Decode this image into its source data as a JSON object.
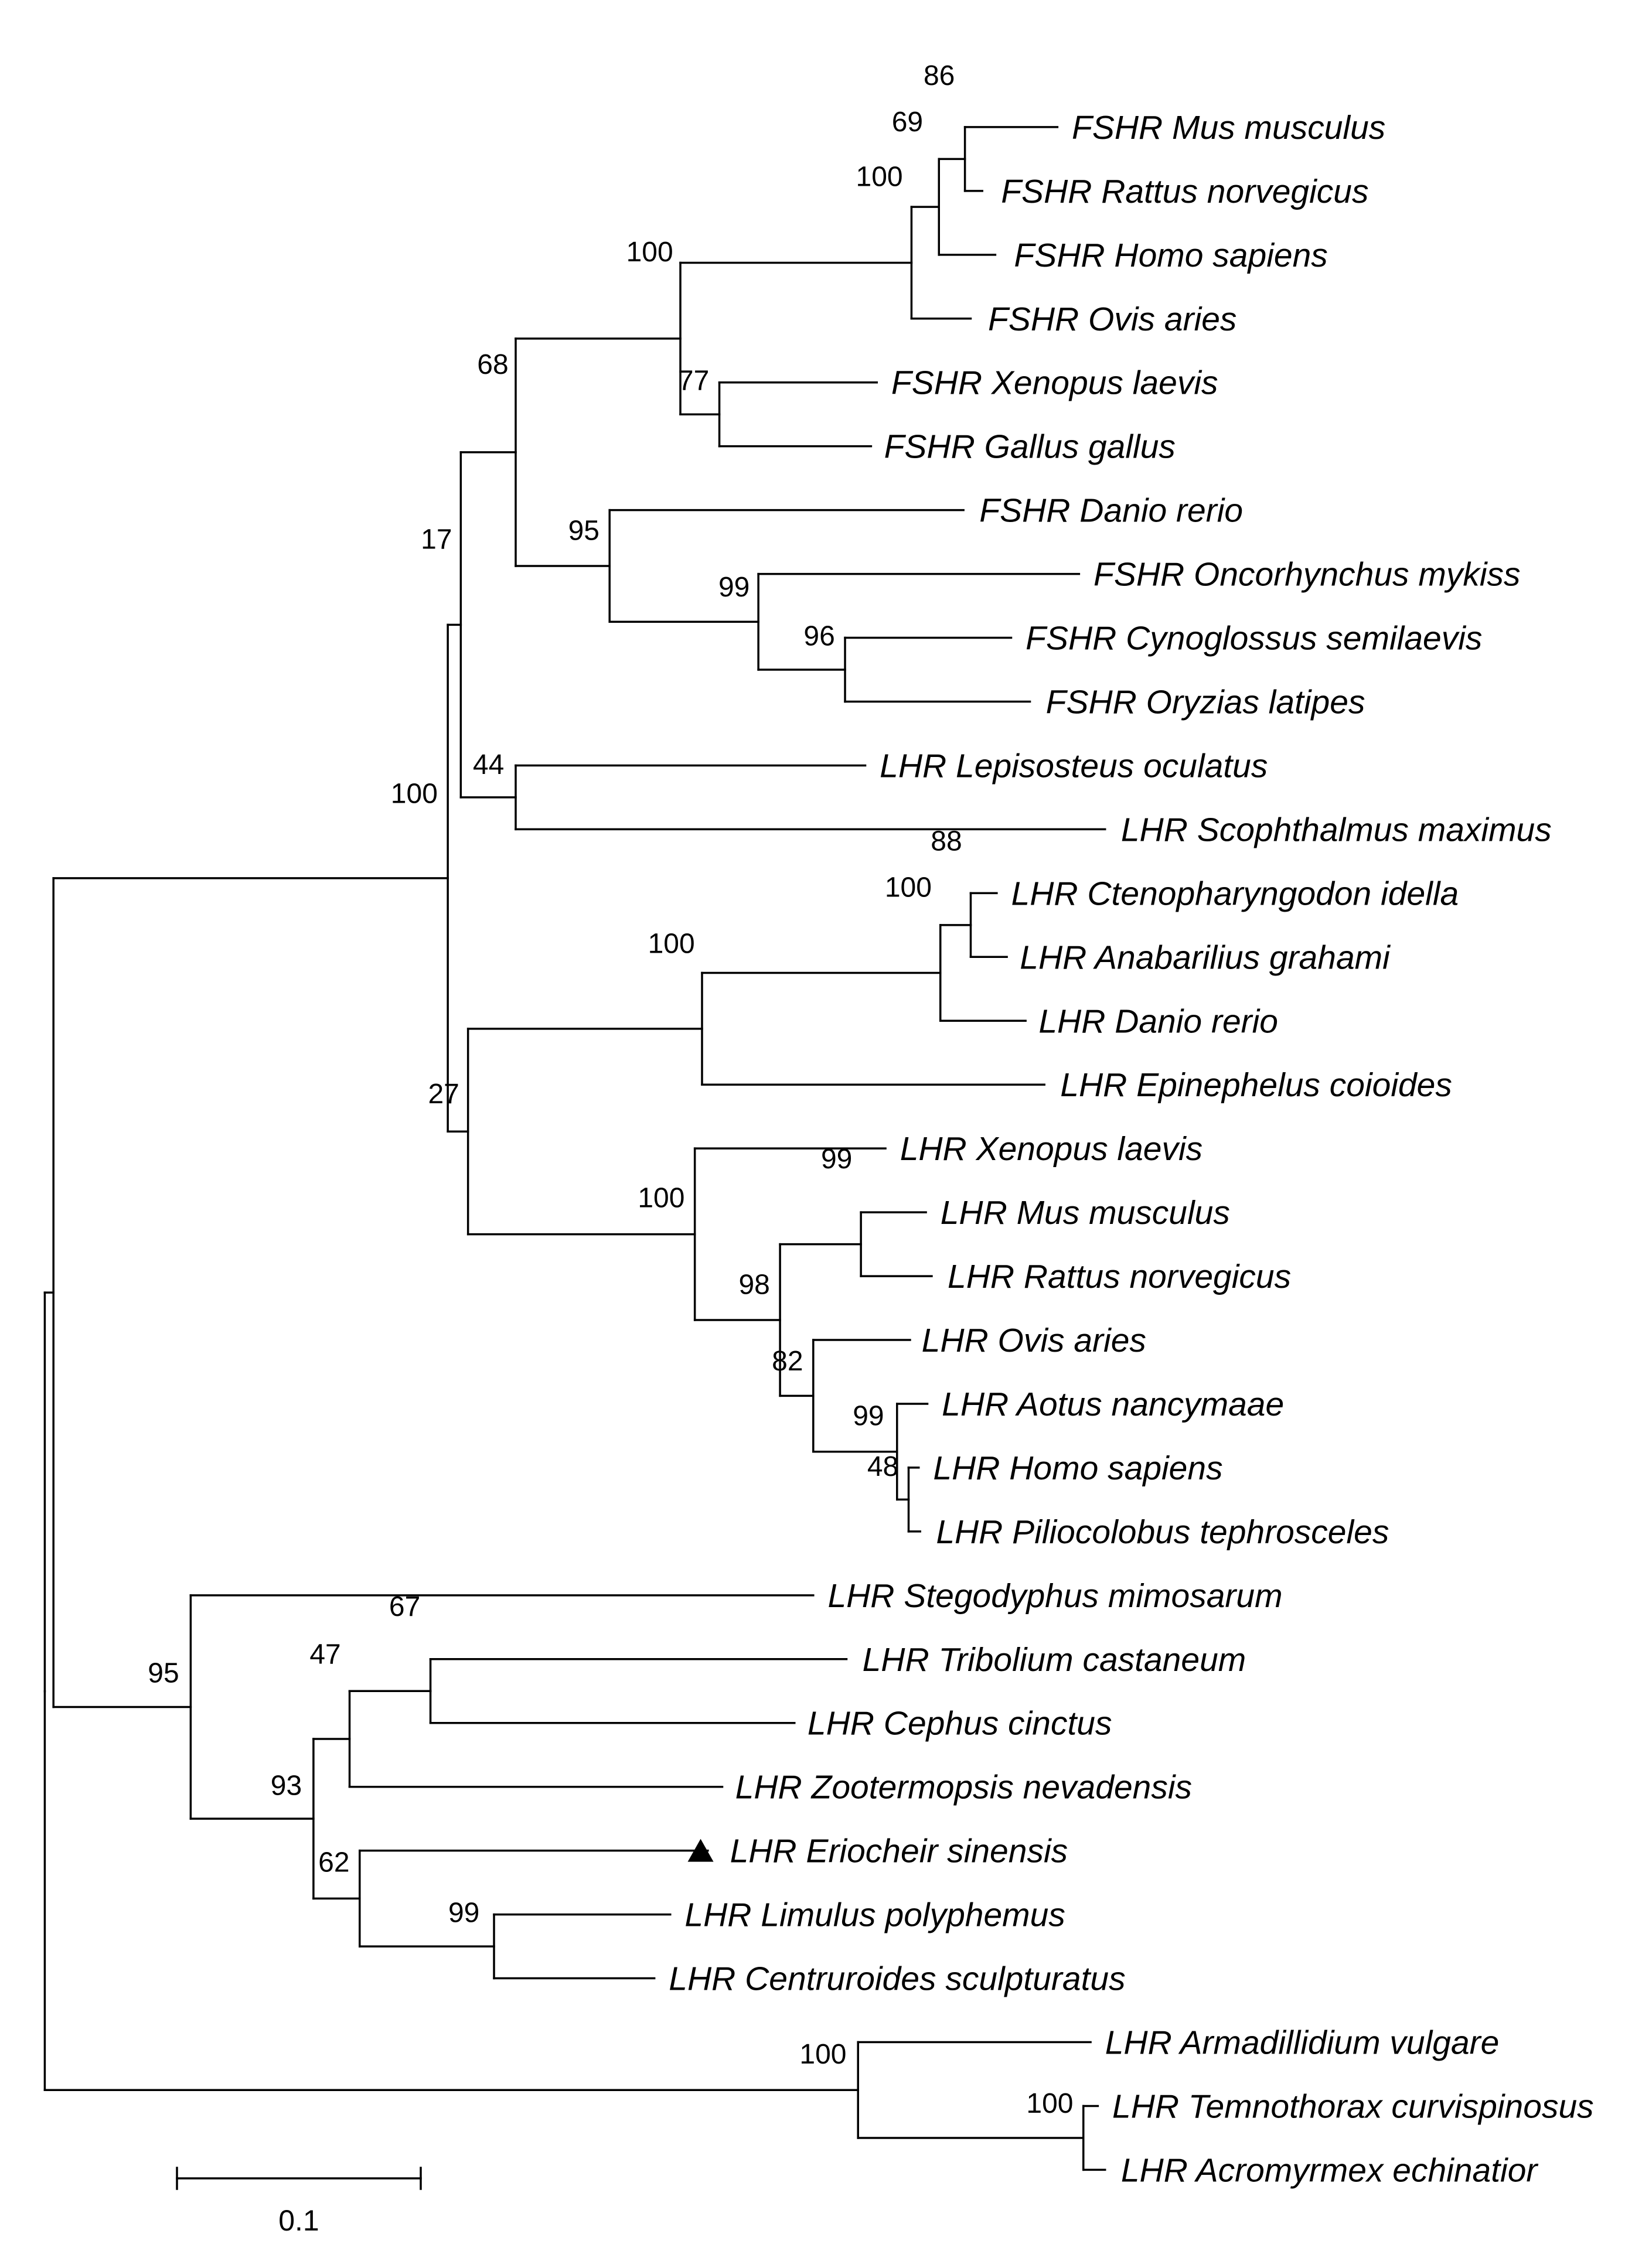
{
  "tree": {
    "taxa": [
      {
        "id": "fshr_mus",
        "label": "FSHR Mus musculus",
        "marker": null
      },
      {
        "id": "fshr_rattus",
        "label": "FSHR Rattus norvegicus",
        "marker": null
      },
      {
        "id": "fshr_homo",
        "label": "FSHR Homo sapiens",
        "marker": null
      },
      {
        "id": "fshr_ovis",
        "label": "FSHR Ovis aries",
        "marker": null
      },
      {
        "id": "fshr_xenopus",
        "label": "FSHR Xenopus laevis",
        "marker": null
      },
      {
        "id": "fshr_gallus",
        "label": "FSHR Gallus gallus",
        "marker": null
      },
      {
        "id": "fshr_danio",
        "label": "FSHR Danio rerio",
        "marker": null
      },
      {
        "id": "fshr_oncorhynchus",
        "label": "FSHR Oncorhynchus mykiss",
        "marker": null
      },
      {
        "id": "fshr_cynoglossus",
        "label": "FSHR Cynoglossus semilaevis",
        "marker": null
      },
      {
        "id": "fshr_oryzias",
        "label": "FSHR Oryzias latipes",
        "marker": null
      },
      {
        "id": "lhr_lepisosteus",
        "label": "LHR Lepisosteus oculatus",
        "marker": null
      },
      {
        "id": "lhr_scophthalmus",
        "label": "LHR Scophthalmus maximus",
        "marker": null
      },
      {
        "id": "lhr_ctenopharyngodon",
        "label": "LHR Ctenopharyngodon idella",
        "marker": null
      },
      {
        "id": "lhr_anabarilius",
        "label": "LHR Anabarilius grahami",
        "marker": null
      },
      {
        "id": "lhr_danio",
        "label": "LHR Danio rerio",
        "marker": null
      },
      {
        "id": "lhr_epinephelus",
        "label": "LHR Epinephelus coioides",
        "marker": null
      },
      {
        "id": "lhr_xenopus",
        "label": "LHR Xenopus laevis",
        "marker": null
      },
      {
        "id": "lhr_mus",
        "label": "LHR Mus musculus",
        "marker": null
      },
      {
        "id": "lhr_rattus",
        "label": "LHR Rattus norvegicus",
        "marker": null
      },
      {
        "id": "lhr_ovis",
        "label": "LHR Ovis aries",
        "marker": null
      },
      {
        "id": "lhr_aotus",
        "label": "LHR Aotus nancymaae",
        "marker": null
      },
      {
        "id": "lhr_homo",
        "label": "LHR Homo sapiens",
        "marker": null
      },
      {
        "id": "lhr_piliocolobus",
        "label": "LHR Piliocolobus tephrosceles",
        "marker": null
      },
      {
        "id": "lhr_stegodyphus",
        "label": "LHR Stegodyphus mimosarum",
        "marker": null
      },
      {
        "id": "lhr_tribolium",
        "label": "LHR Tribolium castaneum",
        "marker": null
      },
      {
        "id": "lhr_cephus",
        "label": "LHR Cephus cinctus",
        "marker": null
      },
      {
        "id": "lhr_zootermopsis",
        "label": "LHR Zootermopsis nevadensis",
        "marker": null
      },
      {
        "id": "lhr_eriocheir",
        "label": "LHR Eriocheir sinensis",
        "marker": "triangle"
      },
      {
        "id": "lhr_limulus",
        "label": "LHR Limulus polyphemus",
        "marker": null
      },
      {
        "id": "lhr_centruroides",
        "label": "LHR Centruroides sculpturatus",
        "marker": null
      },
      {
        "id": "lhr_armadillidium",
        "label": "LHR Armadillidium vulgare",
        "marker": null
      },
      {
        "id": "lhr_temnothorax",
        "label": "LHR Temnothorax curvispinosus",
        "marker": null
      },
      {
        "id": "lhr_acromyrmex",
        "label": "LHR Acromyrmex echinatior",
        "marker": null
      }
    ],
    "support_values": [
      {
        "node": "n_mus_rattus",
        "value": "86"
      },
      {
        "node": "n_rodent_homo",
        "value": "69"
      },
      {
        "node": "n_mammal_fshr",
        "value": "100"
      },
      {
        "node": "n_tetrapod_fshr",
        "value": "100"
      },
      {
        "node": "n_xenopus_gallus",
        "value": "77"
      },
      {
        "node": "n_fshr_all",
        "value": "68"
      },
      {
        "node": "n_fish_fshr",
        "value": "95"
      },
      {
        "node": "n_onco_cyno_oryz",
        "value": "99"
      },
      {
        "node": "n_cyno_oryz",
        "value": "96"
      },
      {
        "node": "n_fshr_lhrfish",
        "value": "17"
      },
      {
        "node": "n_lepi_scoph",
        "value": "44"
      },
      {
        "node": "n_vertebrate",
        "value": "100"
      },
      {
        "node": "n_cteno_anab",
        "value": "88"
      },
      {
        "node": "n_cyprinid",
        "value": "100"
      },
      {
        "node": "n_fish_lhr",
        "value": "100"
      },
      {
        "node": "n_lhr_vert",
        "value": "27"
      },
      {
        "node": "n_tetrapod_lhr",
        "value": "100"
      },
      {
        "node": "n_mus_rattus_lhr",
        "value": "99"
      },
      {
        "node": "n_mammal_lhr",
        "value": "98"
      },
      {
        "node": "n_ovis_primate",
        "value": "82"
      },
      {
        "node": "n_primate",
        "value": "99"
      },
      {
        "node": "n_homo_pilio",
        "value": "48"
      },
      {
        "node": "n_arthropod",
        "value": "95"
      },
      {
        "node": "n_trib_ceph",
        "value": "67"
      },
      {
        "node": "n_insect",
        "value": "47"
      },
      {
        "node": "n_arth_inner",
        "value": "93"
      },
      {
        "node": "n_crab_chelicerate",
        "value": "62"
      },
      {
        "node": "n_limulus_centr",
        "value": "99"
      },
      {
        "node": "n_outgroup",
        "value": "100"
      },
      {
        "node": "n_ants",
        "value": "100"
      }
    ],
    "scale_bar": {
      "label": "0.1",
      "value": 0.1
    }
  }
}
